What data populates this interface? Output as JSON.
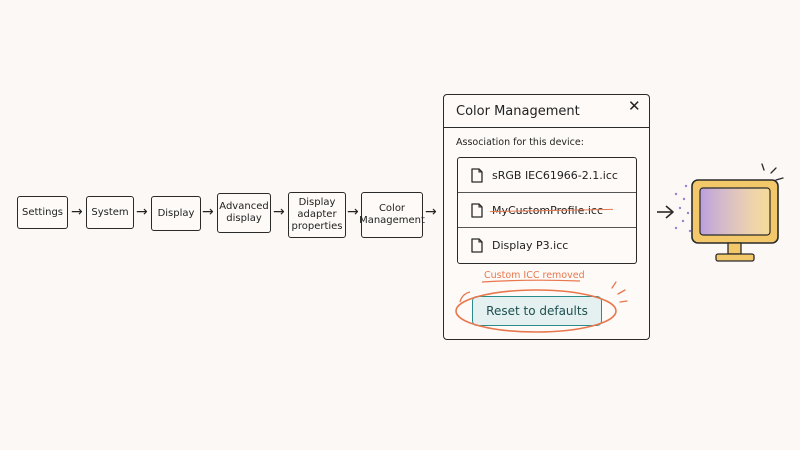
{
  "flow": {
    "steps": [
      "Settings",
      "System",
      "Display",
      "Advanced\ndisplay",
      "Display\nadapter\nproperties",
      "Color\nManagement"
    ]
  },
  "dialog": {
    "title": "Color Management",
    "association_label": "Association for this device:",
    "profiles": [
      {
        "name": "sRGB IEC61966-2.1.icc",
        "removed": false
      },
      {
        "name": "MyCustomProfile.icc",
        "removed": true
      },
      {
        "name": "Display P3.icc",
        "removed": false
      }
    ],
    "removed_note": "Custom ICC removed",
    "reset_label": "Reset to defaults"
  },
  "colors": {
    "accent_orange": "#e8774d",
    "button_teal": "#2a8c8a",
    "monitor_yellow": "#f2c86a",
    "glow_purple": "#b79ce3"
  },
  "icons": [
    "close-icon",
    "file-icon",
    "arrow-right-icon",
    "monitor-icon"
  ]
}
